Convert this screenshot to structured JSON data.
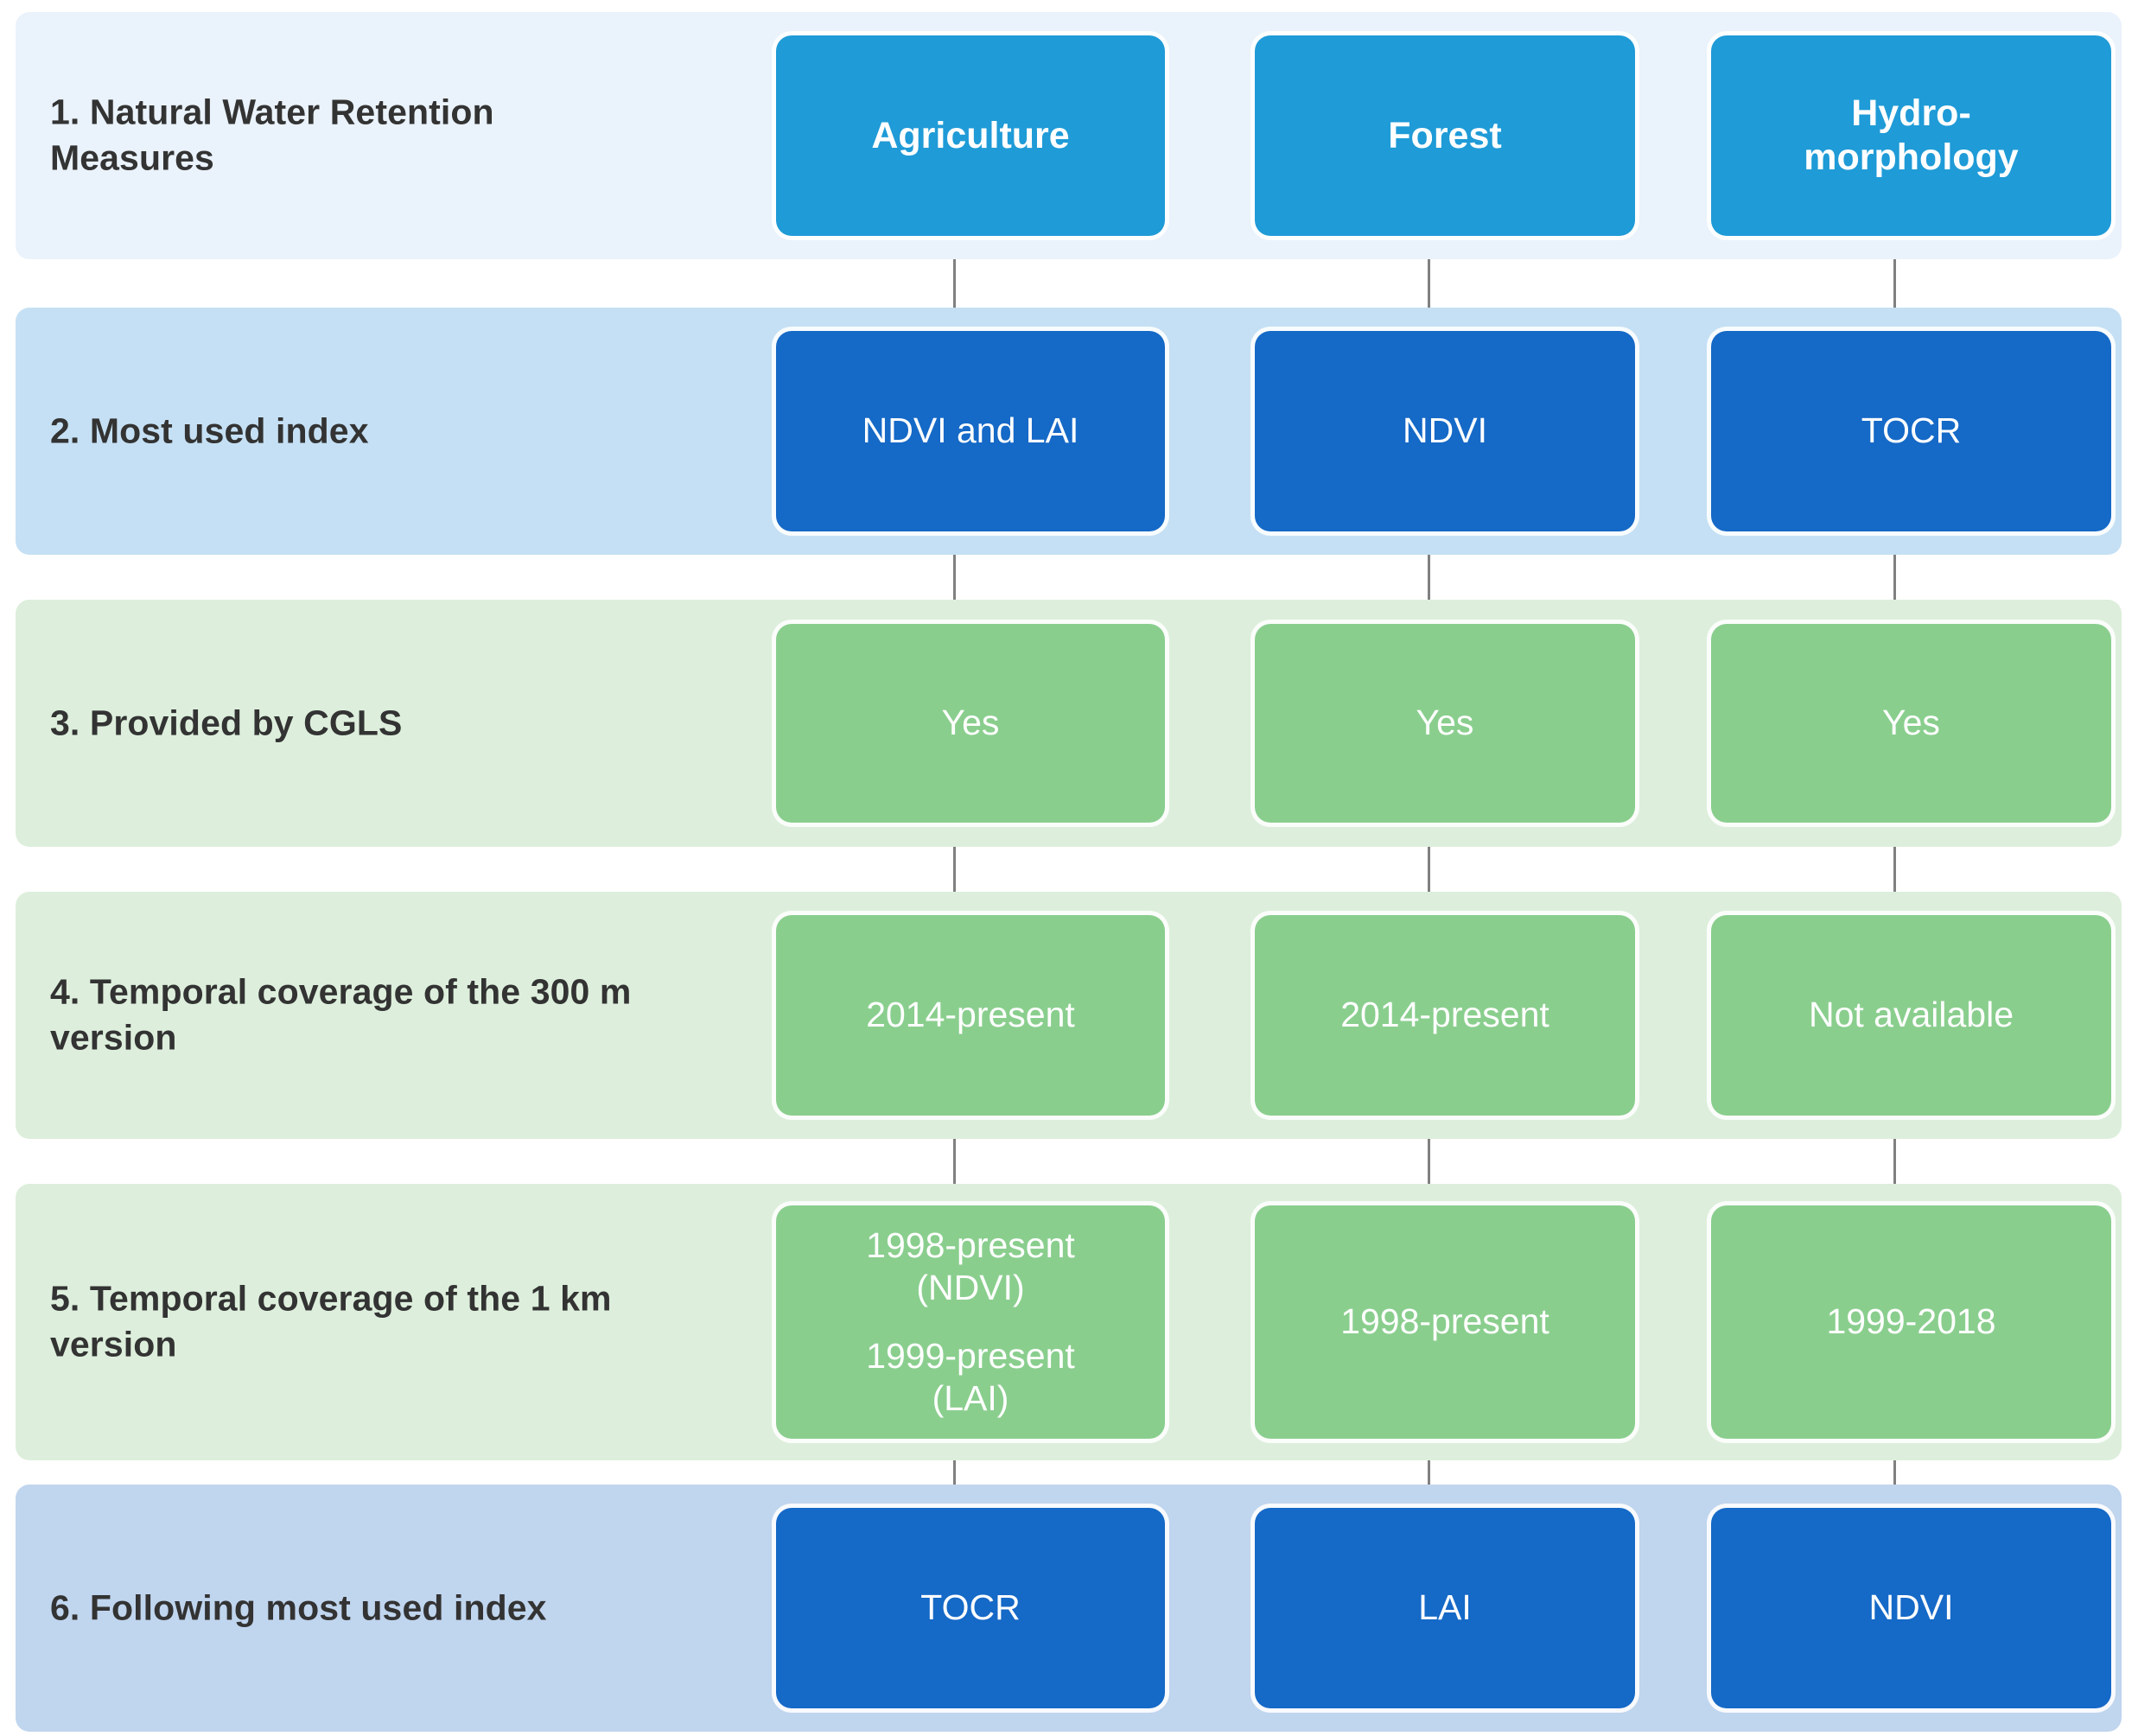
{
  "diagram": {
    "title": "Natural Water Retention Measures remote sensing index comparison",
    "columns": [
      "Agriculture",
      "Forest",
      "Hydro-morphology"
    ],
    "colors": {
      "header_box": "#1f9bd7",
      "index_box": "#1569c7",
      "data_box": "#8ace8e",
      "band_pale_blue": "#eaf2fb",
      "band_light_blue": "#c5e0f4",
      "band_pale_green": "#ddefdc",
      "band_blue_grey": "#c0d5ee",
      "label_text": "#333333",
      "connector_line": "#808080"
    },
    "rows": [
      {
        "number": "1.",
        "label": "1. Natural Water Retention Measures",
        "band_color": "#eaf2fb",
        "cell_style": "cell-cyan",
        "cells": [
          {
            "lines": [
              "Agriculture"
            ]
          },
          {
            "lines": [
              "Forest"
            ]
          },
          {
            "lines": [
              "Hydro-",
              "morphology"
            ]
          }
        ]
      },
      {
        "number": "2.",
        "label": "2. Most used index",
        "band_color": "#c5e0f4",
        "cell_style": "cell-blue",
        "cells": [
          {
            "lines": [
              "NDVI and LAI"
            ]
          },
          {
            "lines": [
              "NDVI"
            ]
          },
          {
            "lines": [
              "TOCR"
            ]
          }
        ]
      },
      {
        "number": "3.",
        "label": "3. Provided by CGLS",
        "band_color": "#ddefdc",
        "cell_style": "cell-green",
        "cells": [
          {
            "lines": [
              "Yes"
            ]
          },
          {
            "lines": [
              "Yes"
            ]
          },
          {
            "lines": [
              "Yes"
            ]
          }
        ]
      },
      {
        "number": "4.",
        "label": "4. Temporal coverage of the 300 m version",
        "band_color": "#ddefdc",
        "cell_style": "cell-green",
        "cells": [
          {
            "lines": [
              "2014-present"
            ]
          },
          {
            "lines": [
              "2014-present"
            ]
          },
          {
            "lines": [
              "Not available"
            ]
          }
        ]
      },
      {
        "number": "5.",
        "label": "5. Temporal coverage of the 1 km version",
        "band_color": "#ddefdc",
        "cell_style": "cell-green",
        "cells": [
          {
            "paragraphs": [
              [
                "1998-present",
                "(NDVI)"
              ],
              [
                "1999-present",
                "(LAI)"
              ]
            ]
          },
          {
            "lines": [
              "1998-present"
            ]
          },
          {
            "lines": [
              "1999-2018"
            ]
          }
        ]
      },
      {
        "number": "6.",
        "label": "6. Following most used index",
        "band_color": "#c0d5ee",
        "cell_style": "cell-blue",
        "cells": [
          {
            "lines": [
              "TOCR"
            ]
          },
          {
            "lines": [
              "LAI"
            ]
          },
          {
            "lines": [
              "NDVI"
            ]
          }
        ]
      }
    ],
    "row_labels": {
      "r1": "1. Natural Water Retention Measures",
      "r2": "2. Most used index",
      "r3": "3. Provided by CGLS",
      "r4": "4. Temporal coverage of the 300 m version",
      "r5": "5. Temporal coverage of the 1 km version",
      "r6": "6. Following most used index"
    },
    "cells": {
      "r1c1": "Agriculture",
      "r1c2": "Forest",
      "r1c3a": "Hydro-",
      "r1c3b": "morphology",
      "r2c1": "NDVI and LAI",
      "r2c2": "NDVI",
      "r2c3": "TOCR",
      "r3c1": "Yes",
      "r3c2": "Yes",
      "r3c3": "Yes",
      "r4c1": "2014-present",
      "r4c2": "2014-present",
      "r4c3": "Not available",
      "r5c1a": "1998-present",
      "r5c1b": "(NDVI)",
      "r5c1c": "1999-present",
      "r5c1d": "(LAI)",
      "r5c2": "1998-present",
      "r5c3": "1999-2018",
      "r6c1": "TOCR",
      "r6c2": "LAI",
      "r6c3": "NDVI"
    }
  }
}
